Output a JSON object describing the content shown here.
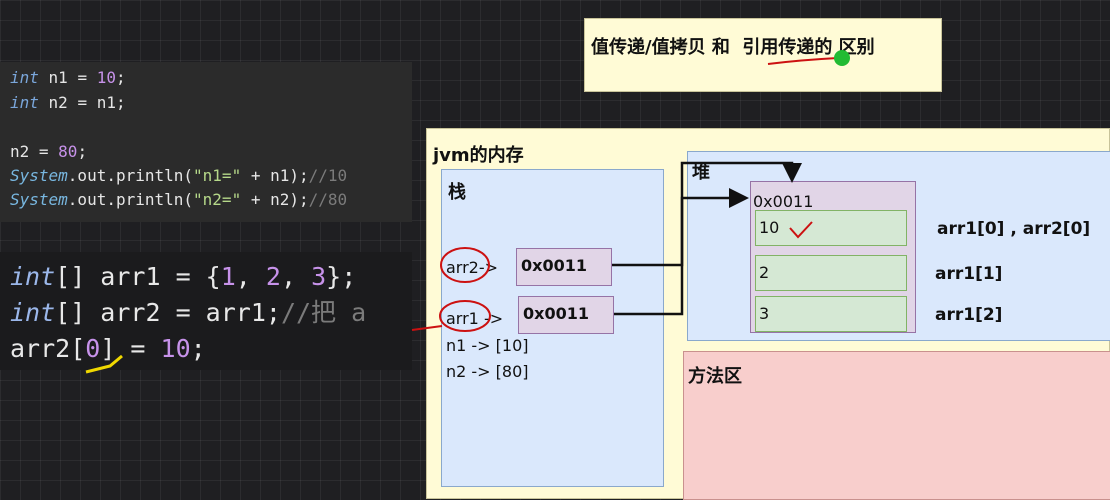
{
  "code_top": {
    "line1": {
      "kw": "int",
      "rest": " n1 = ",
      "num": "10",
      "end": ";"
    },
    "line2": {
      "kw": "int",
      "rest": " n2 = n1;"
    },
    "line3": {
      "pre": "n2 = ",
      "num": "80",
      "end": ";"
    },
    "line4": {
      "cls": "System",
      "mid": ".out.println(",
      "str": "\"n1=\"",
      "tail": " + n1);",
      "cmt": "//10"
    },
    "line5": {
      "cls": "System",
      "mid": ".out.println(",
      "str": "\"n2=\"",
      "tail": " + n2);",
      "cmt": "//80"
    }
  },
  "code_big": {
    "line1": {
      "kw": "int",
      "mid": "[] arr1 = {",
      "n1": "1",
      "s1": ", ",
      "n2": "2",
      "s2": ", ",
      "n3": "3",
      "end": "};"
    },
    "line2": {
      "kw": "int",
      "mid": "[] arr2 = arr1;",
      "cmt": "//把 a"
    },
    "line3": {
      "pre": "arr2[",
      "idx": "0",
      "mid": "] = ",
      "num": "10",
      "end": ";"
    }
  },
  "title_note": "值传递/值拷贝 和  引用传递的 区别",
  "jvm": {
    "title": "jvm的内存",
    "stack_label": "栈",
    "heap_label": "堆",
    "method_label": "方法区",
    "arr2_label": "arr2->",
    "arr1_label": "arr1 ->",
    "arr2_addr": "0x0011",
    "arr1_addr": "0x0011",
    "n1_label": "n1 -> [10]",
    "n2_label": "n2 -> [80]",
    "heap_addr": "0x0011",
    "cells": [
      "10",
      "2",
      "3"
    ],
    "cell_labels": [
      "arr1[0] , arr2[0]",
      "arr1[1]",
      "arr1[2]"
    ]
  },
  "colors": {
    "note_bg": "#fffbd6",
    "stack_bg": "#dae8fc",
    "method_bg": "#f8cecc",
    "pointer_bg": "#e1d5e7",
    "cell_bg": "#d5e8d4",
    "annotation_red": "#cc1111"
  }
}
